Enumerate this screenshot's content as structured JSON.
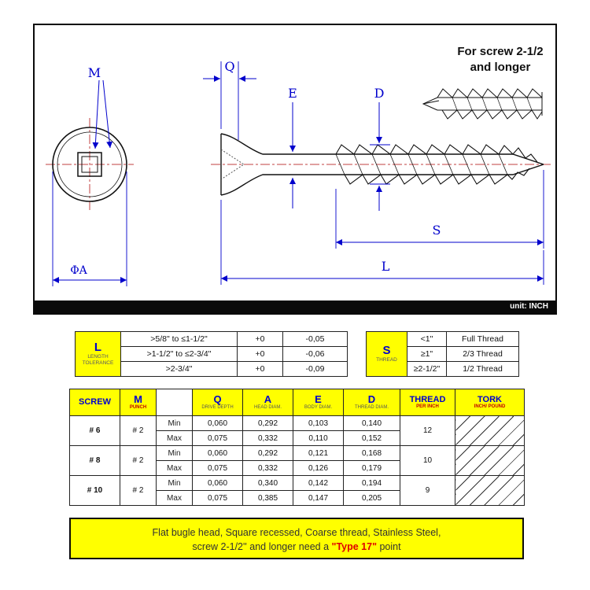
{
  "colors": {
    "highlight_yellow": "#ffff00",
    "label_blue": "#0000cc",
    "accent_red": "#cc0000",
    "centerline_red": "#c04040"
  },
  "drawing": {
    "note_line1": "For screw 2-1/2",
    "note_line2": "and longer",
    "unit_label": "unit: INCH",
    "labels": {
      "m": "M",
      "q": "Q",
      "e": "E",
      "d": "D",
      "s": "S",
      "l": "L",
      "phi_a": "ΦA"
    }
  },
  "length_tolerance_table": {
    "key": "L",
    "key_sub1": "LENGTH",
    "key_sub2": "TOLERANCE",
    "rows": [
      {
        "range": ">5/8\" to ≤1-1/2\"",
        "plus": "+0",
        "minus": "-0,05"
      },
      {
        "range": ">1-1/2\" to ≤2-3/4\"",
        "plus": "+0",
        "minus": "-0,06"
      },
      {
        "range": ">2-3/4\"",
        "plus": "+0",
        "minus": "-0,09"
      }
    ]
  },
  "thread_table": {
    "key": "S",
    "key_sub": "THREAD",
    "rows": [
      {
        "condition": "<1\"",
        "value": "Full Thread"
      },
      {
        "condition": "≥1\"",
        "value": "2/3 Thread"
      },
      {
        "condition": "≥2-1/2\"",
        "value": "1/2 Thread"
      }
    ]
  },
  "spec_table": {
    "headers": {
      "screw": "SCREW",
      "m": "M",
      "m_sub": "PUNCH",
      "q": "Q",
      "q_sub": "DRIVE DEPTH",
      "a": "A",
      "a_sub": "HEAD DIAM.",
      "e": "E",
      "e_sub": "BODY DIAM.",
      "d": "D",
      "d_sub": "THREAD DIAM.",
      "thread": "THREAD",
      "thread_sub": "PER INCH",
      "tork": "TORK",
      "tork_sub": "INCH/ POUND",
      "min": "Min",
      "max": "Max"
    },
    "rows": [
      {
        "screw": "# 6",
        "punch": "# 2",
        "thread_per_inch": "12",
        "min": {
          "q": "0,060",
          "a": "0,292",
          "e": "0,103",
          "d": "0,140"
        },
        "max": {
          "q": "0,075",
          "a": "0,332",
          "e": "0,110",
          "d": "0,152"
        }
      },
      {
        "screw": "# 8",
        "punch": "# 2",
        "thread_per_inch": "10",
        "min": {
          "q": "0,060",
          "a": "0,292",
          "e": "0,121",
          "d": "0,168"
        },
        "max": {
          "q": "0,075",
          "a": "0,332",
          "e": "0,126",
          "d": "0,179"
        }
      },
      {
        "screw": "# 10",
        "punch": "# 2",
        "thread_per_inch": "9",
        "min": {
          "q": "0,060",
          "a": "0,340",
          "e": "0,142",
          "d": "0,194"
        },
        "max": {
          "q": "0,075",
          "a": "0,385",
          "e": "0,147",
          "d": "0,205"
        }
      }
    ]
  },
  "footer": {
    "line1": "Flat bugle head, Square recessed, Coarse thread, Stainless Steel,",
    "line2_pre": "screw  2-1/2'' and longer need a ",
    "line2_highlight": "\"Type 17\"",
    "line2_post": " point"
  }
}
